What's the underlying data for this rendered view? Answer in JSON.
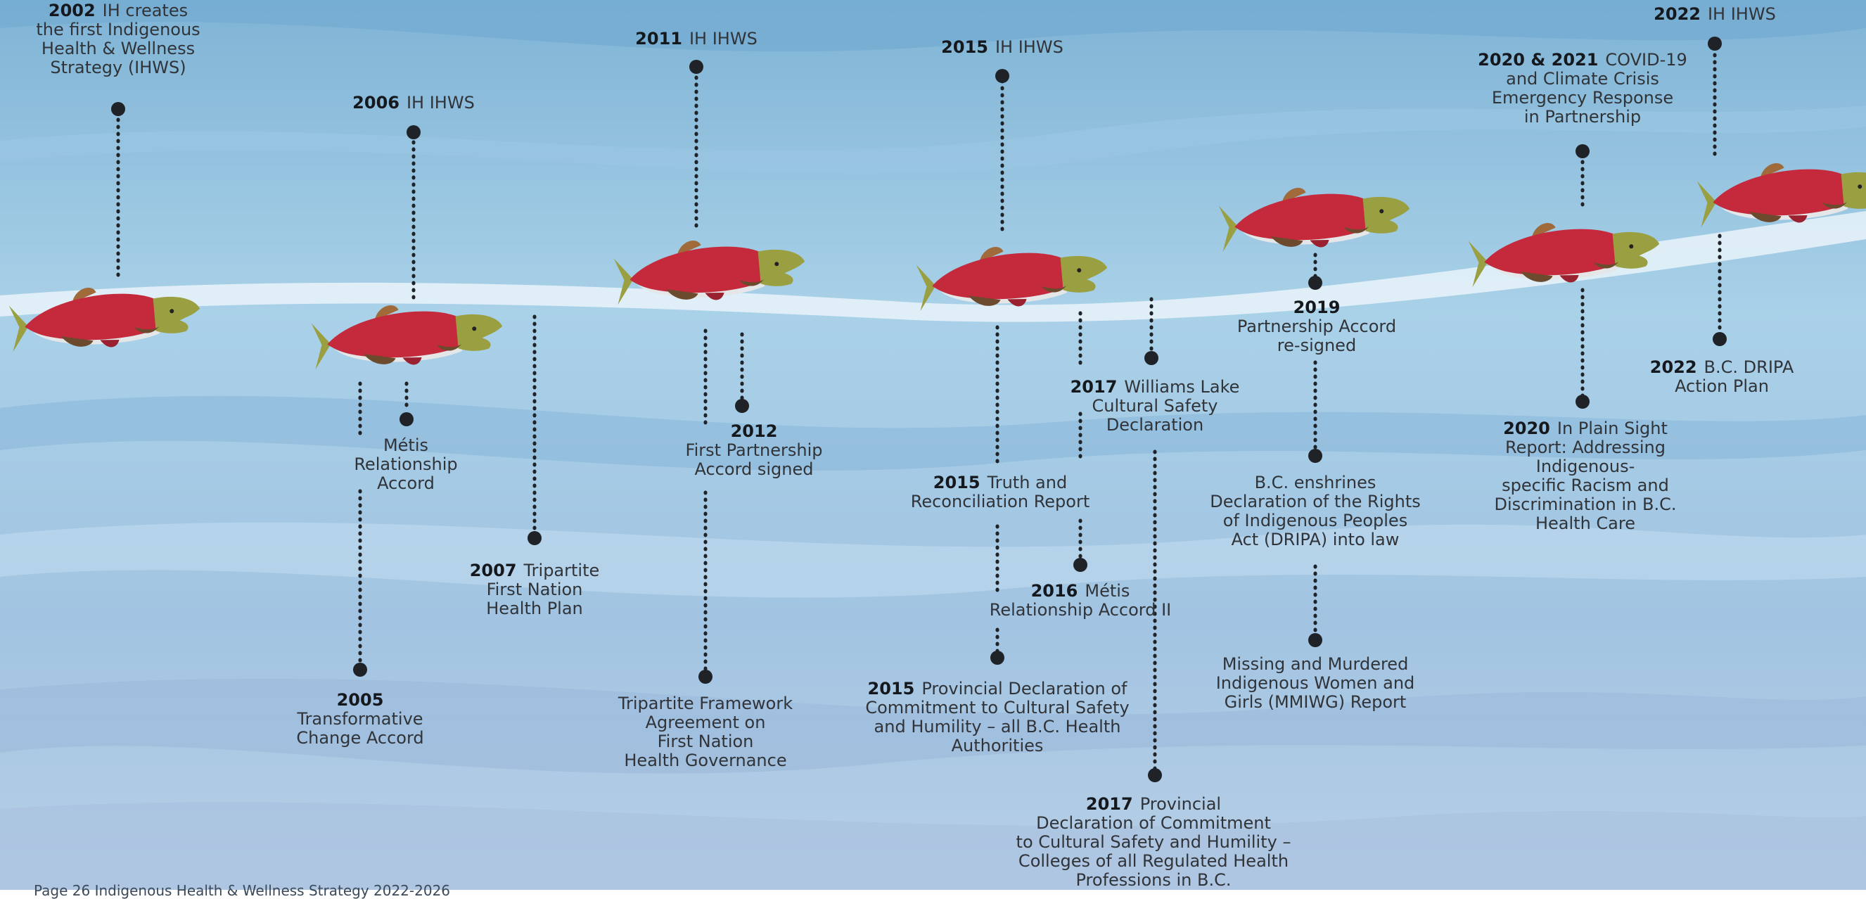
{
  "milestones": [
    {
      "id": "m2002",
      "year": "2002",
      "lines": [
        "IH creates",
        "the first Indigenous",
        "Health & Wellness",
        "Strategy (IHWS)"
      ]
    },
    {
      "id": "m2006",
      "year": "2006",
      "lines": [
        "IH IHWS"
      ]
    },
    {
      "id": "mmetis",
      "year": "",
      "lines": [
        "Métis",
        "Relationship",
        "Accord"
      ]
    },
    {
      "id": "m2005",
      "year": "2005",
      "lines": [
        "Transformative",
        "Change Accord"
      ]
    },
    {
      "id": "m2007",
      "year": "2007",
      "lines": [
        "Tripartite",
        "First Nation",
        "Health Plan"
      ]
    },
    {
      "id": "m2011",
      "year": "2011",
      "lines": [
        "IH IHWS"
      ]
    },
    {
      "id": "m2012",
      "year": "2012",
      "lines": [
        "First Partnership",
        "Accord signed"
      ]
    },
    {
      "id": "mtripartite",
      "year": "",
      "lines": [
        "Tripartite Framework",
        "Agreement on",
        "First Nation",
        "Health Governance"
      ]
    },
    {
      "id": "m2015a",
      "year": "2015",
      "lines": [
        "IH IHWS"
      ]
    },
    {
      "id": "m2015b",
      "year": "2015",
      "lines": [
        "Truth and",
        "Reconciliation Report"
      ]
    },
    {
      "id": "m2015c",
      "year": "2015",
      "lines": [
        "Provincial Declaration of",
        "Commitment to Cultural Safety",
        "and Humility – all B.C. Health",
        "Authorities"
      ]
    },
    {
      "id": "m2017a",
      "year": "2017",
      "lines": [
        "Williams Lake",
        "Cultural Safety",
        "Declaration"
      ]
    },
    {
      "id": "m2016",
      "year": "2016",
      "lines": [
        "Métis",
        "Relationship Accord II"
      ]
    },
    {
      "id": "m2017b",
      "year": "2017",
      "lines": [
        "Provincial",
        "Declaration of Commitment",
        "to Cultural Safety and Humility –",
        "Colleges of all Regulated Health",
        "Professions in B.C."
      ]
    },
    {
      "id": "m2019",
      "year": "2019",
      "lines": [
        "Partnership Accord",
        "re-signed"
      ]
    },
    {
      "id": "mdripa",
      "year": "",
      "lines": [
        "B.C. enshrines",
        "Declaration of the Rights",
        "of Indigenous Peoples",
        "Act (DRIPA) into law"
      ]
    },
    {
      "id": "mmmiwg",
      "year": "",
      "lines": [
        "Missing and Murdered",
        "Indigenous Women and",
        "Girls (MMIWG) Report"
      ]
    },
    {
      "id": "m2020covid",
      "year": "2020 & 2021",
      "lines": [
        "COVID-19",
        "and Climate Crisis",
        "Emergency Response",
        "in Partnership"
      ]
    },
    {
      "id": "m2020plain",
      "year": "2020",
      "lines": [
        "In Plain Sight",
        "Report: Addressing",
        "Indigenous-",
        "specific Racism and",
        "Discrimination in B.C.",
        "Health Care"
      ]
    },
    {
      "id": "m2022a",
      "year": "2022",
      "lines": [
        "IH IHWS"
      ]
    },
    {
      "id": "m2022b",
      "year": "2022",
      "lines": [
        "B.C. DRIPA",
        "Action Plan"
      ]
    }
  ],
  "fish_count": 7,
  "colors": {
    "sky_top": "#7fb3d5",
    "sky_mid": "#a9d1e8",
    "sky_bottom": "#b7cfe6",
    "river_band": "#e9f3f9",
    "salmon_body": "#c42a3b",
    "salmon_head": "#9aa042",
    "salmon_fin": "#6b4a2e",
    "marker": "#1f2226"
  },
  "footer": "Page 26 Indigenous Health & Wellness Strategy 2022-2026"
}
